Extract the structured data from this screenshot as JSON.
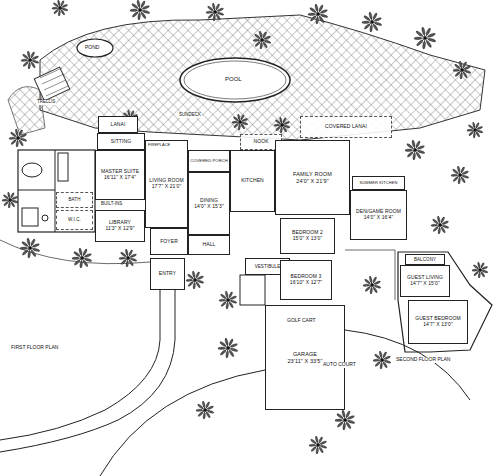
{
  "diagram": {
    "nodes": [
      {
        "text": [
          "LANAI"
        ]
      },
      {
        "text": [
          "SITTING"
        ]
      },
      {
        "text": [
          "MASTER SUITE",
          "16'11\" X 17'4\""
        ]
      },
      {
        "text": [
          "LIVING ROOM",
          "17'7\" X 21'0\""
        ]
      },
      {
        "text": [
          "COVERED PORCH"
        ]
      },
      {
        "text": [
          "DINING",
          "14'0\" X 15'3\""
        ]
      },
      {
        "text": [
          "NOOK"
        ]
      },
      {
        "text": [
          "KITCHEN"
        ]
      },
      {
        "text": [
          "FAMILY ROOM",
          "24'0\" X 21'9\""
        ]
      },
      {
        "text": [
          "COVERED LANAI"
        ]
      },
      {
        "text": [
          "SUMMER KITCHEN"
        ]
      },
      {
        "text": [
          "DEN/GAME ROOM",
          "14'0\" X 16'4\""
        ]
      },
      {
        "text": [
          "BATH"
        ]
      },
      {
        "text": [
          "W.I.C."
        ]
      },
      {
        "text": [
          "LIBRARY",
          "11'3\" X 12'9\""
        ]
      },
      {
        "text": [
          "FOYER"
        ]
      },
      {
        "text": [
          "HALL"
        ]
      },
      {
        "text": [
          "BEDROOM 2",
          "15'0\" X 13'0\""
        ]
      },
      {
        "text": [
          "ENTRY"
        ]
      },
      {
        "text": [
          "VESTIBULE"
        ]
      },
      {
        "text": [
          "BEDROOM 3",
          "16'10\" X 12'7\""
        ]
      },
      {
        "text": [
          "GARAGE",
          "23'11\" X 33'5\""
        ]
      },
      {
        "text": [
          "BALCONY"
        ]
      },
      {
        "text": [
          "GUEST LIVING",
          "14'7\" X 15'0\""
        ]
      },
      {
        "text": [
          "GUEST BEDROOM",
          "14'7\" X 13'0\""
        ]
      }
    ],
    "labels": [
      "POND",
      "POOL",
      "TRELLIS",
      "SUNDECK",
      "FIREPLACE",
      "BUILT-INS",
      "GOLF CART",
      "AUTO COURT",
      "FIRST FLOOR PLAN",
      "SECOND FLOOR PLAN"
    ]
  }
}
